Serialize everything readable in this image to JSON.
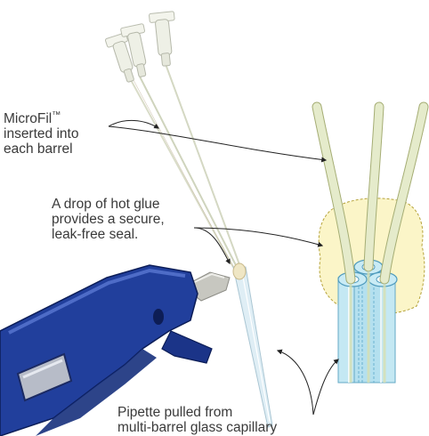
{
  "labels": {
    "microfil": {
      "name": "MicroFil",
      "trademark": "™",
      "line2": "inserted into",
      "line3": "each barrel"
    },
    "glue": {
      "line1": "A drop of hot glue",
      "line2": "provides a secure,",
      "line3": "leak-free seal."
    },
    "pipette": {
      "line1": "Pipette pulled from",
      "line2": "multi-barrel glass capillary"
    }
  },
  "colors": {
    "text": "#3a3a3a",
    "leader": "#222222",
    "glue_gun_body": "#1f3f9e",
    "glue_gun_dark": "#0d1f5c",
    "nozzle": "#c9c9c4",
    "hub": "#eef1e6",
    "filament": "#e8edd2",
    "glue_blob": "#fbf6c9",
    "barrel": "#bde6f3",
    "barrel_edge": "#5aa7c8",
    "pipette_glass": "#d9e9f1"
  }
}
